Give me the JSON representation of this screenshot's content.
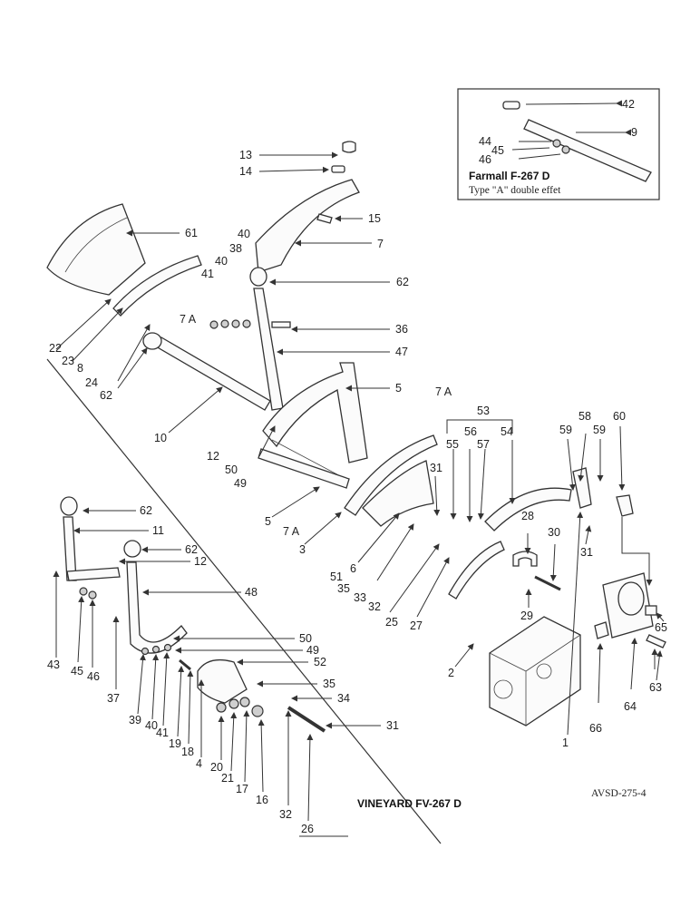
{
  "inset": {
    "title": "Farmall F-267 D",
    "subtitle": "Type \"A\" double effet",
    "callouts": [
      "42",
      "9",
      "44",
      "45",
      "46"
    ]
  },
  "vineyard_caption": "VINEYARD FV-267 D",
  "reference_code": "AVSD-275-4",
  "callouts": {
    "c13": "13",
    "c14": "14",
    "c15": "15",
    "c7": "7",
    "c62a": "62",
    "c61": "61",
    "c40a": "40",
    "c38": "38",
    "c40b": "40",
    "c41a": "41",
    "c7Aa": "7 A",
    "c36": "36",
    "c47": "47",
    "c22": "22",
    "c23": "23",
    "c8": "8",
    "c24": "24",
    "c62b": "62",
    "c10": "10",
    "c12a": "12",
    "c50a": "50",
    "c49a": "49",
    "c5a": "5",
    "c5b": "5",
    "c7Ab": "7 A",
    "c7Ac": "7 A",
    "c3": "3",
    "c6": "6",
    "c51": "51",
    "c35a": "35",
    "c33": "33",
    "c32a": "32",
    "c31a": "31",
    "c53": "53",
    "c56": "56",
    "c55": "55",
    "c57": "57",
    "c54": "54",
    "c58": "58",
    "c59a": "59",
    "c59b": "59",
    "c60": "60",
    "c28": "28",
    "c30": "30",
    "c31b": "31",
    "c25": "25",
    "c27": "27",
    "c29": "29",
    "c2": "2",
    "c1": "1",
    "c65": "65",
    "c66": "66",
    "c64": "64",
    "c63": "63",
    "c62c": "62",
    "c11": "11",
    "c62d": "62",
    "c12b": "12",
    "c48": "48",
    "c43": "43",
    "c45": "45",
    "c46": "46",
    "c37": "37",
    "c50b": "50",
    "c49b": "49",
    "c52": "52",
    "c35b": "35",
    "c34": "34",
    "c39": "39",
    "c40c": "40",
    "c41b": "41",
    "c19": "19",
    "c18": "18",
    "c4": "4",
    "c20": "20",
    "c21": "21",
    "c17": "17",
    "c16": "16",
    "c31c": "31",
    "c32b": "32",
    "c26": "26"
  }
}
